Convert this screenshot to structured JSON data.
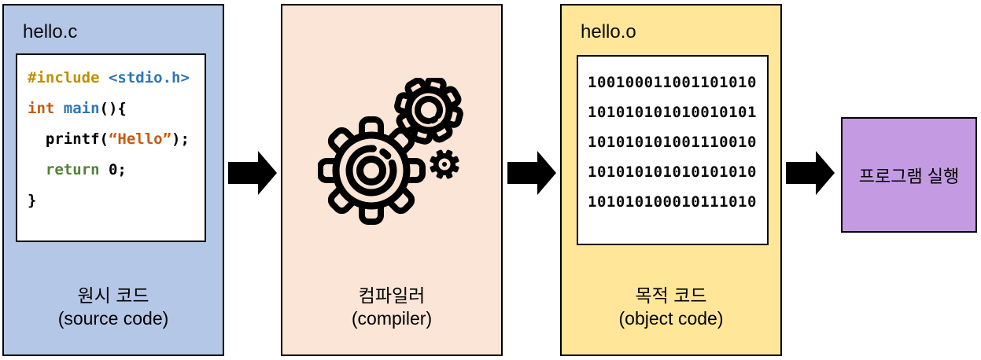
{
  "source_box": {
    "filename": "hello.c",
    "label_ko": "원시 코드",
    "label_en": "(source code)",
    "code_lines": [
      [
        {
          "text": "#include ",
          "color": "#bf9000"
        },
        {
          "text": "<stdio.h>",
          "color": "#2e75b6"
        }
      ],
      [
        {
          "text": "int ",
          "color": "#c55a11"
        },
        {
          "text": "main",
          "color": "#2e75b6"
        },
        {
          "text": "(){",
          "color": "#000000"
        }
      ],
      [
        {
          "text": "  printf(",
          "color": "#000000"
        },
        {
          "text": "“Hello”",
          "color": "#c55a11"
        },
        {
          "text": ");",
          "color": "#000000"
        }
      ],
      [
        {
          "text": "  ",
          "color": "#000000"
        },
        {
          "text": "return ",
          "color": "#538135"
        },
        {
          "text": "0;",
          "color": "#000000"
        }
      ],
      [
        {
          "text": "}",
          "color": "#000000"
        }
      ]
    ]
  },
  "compiler_box": {
    "label_ko": "컴파일러",
    "label_en": "(compiler)",
    "icon": "gears-icon"
  },
  "object_box": {
    "filename": "hello.o",
    "label_ko": "목적 코드",
    "label_en": "(object code)",
    "binary_lines": [
      "100100011001101010",
      "101010101010010101",
      "101010101001110010",
      "101010101010101010",
      "101010100010111010"
    ]
  },
  "run_box": {
    "label": "프로그램 실행"
  },
  "colors": {
    "source_bg": "#b4c7e7",
    "compiler_bg": "#fbe5d6",
    "object_bg": "#ffe699",
    "run_bg": "#c49ae2",
    "arrow": "#000000",
    "keyword_include": "#bf9000",
    "keyword_type": "#c55a11",
    "identifier_blue": "#2e75b6",
    "keyword_return": "#538135"
  }
}
